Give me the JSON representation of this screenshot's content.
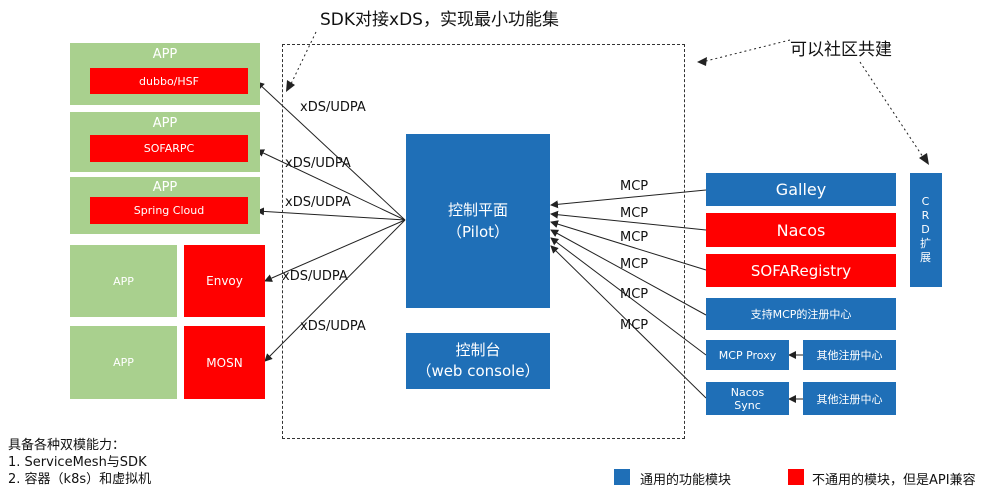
{
  "callouts": {
    "sdk": "SDK对接xDS，实现最小功能集",
    "community": "可以社区共建"
  },
  "apps": {
    "app_label": "APP",
    "row1_client": "dubbo/HSF",
    "row2_client": "SOFARPC",
    "row3_client": "Spring Cloud",
    "row4_proxy": "Envoy",
    "row5_proxy": "MOSN"
  },
  "protocol": {
    "xds": "xDS/UDPA",
    "mcp": "MCP"
  },
  "control_plane": {
    "title": "控制平面",
    "subtitle": "（Pilot）"
  },
  "console": {
    "title": "控制台",
    "subtitle": "（web console）"
  },
  "registries": {
    "galley": "Galley",
    "nacos": "Nacos",
    "sofaregistry": "SOFARegistry",
    "mcp_registry": "支持MCP的注册中心",
    "mcp_proxy": "MCP Proxy",
    "nacos_sync": "Nacos Sync",
    "other_registry": "其他注册中心"
  },
  "crd": "CRD扩展",
  "notes": {
    "heading": "具备各种双模能力：",
    "item1": "1.   ServiceMesh与SDK",
    "item2": "2.   容器（k8s）和虚拟机"
  },
  "legend": {
    "common": "通用的功能模块",
    "uncommon": "不通用的模块，但是API兼容"
  },
  "colors": {
    "blue": "#1f6fb7",
    "red": "#ff0000",
    "green": "#a9d08e"
  }
}
